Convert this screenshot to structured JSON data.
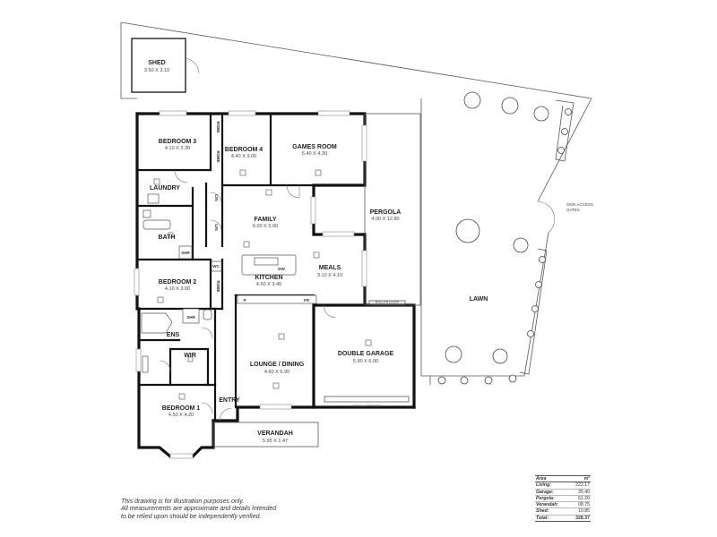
{
  "rooms": {
    "shed": {
      "name": "SHED",
      "dims": "3.50 X 3.10"
    },
    "bedroom3": {
      "name": "BEDROOM 3",
      "dims": "4.10 X 3.30"
    },
    "bedroom4": {
      "name": "BEDROOM 4",
      "dims": "4.40 X 3.00"
    },
    "games": {
      "name": "GAMES ROOM",
      "dims": "5.40 X 4.30"
    },
    "laundry": {
      "name": "LAUNDRY"
    },
    "bath": {
      "name": "BATH"
    },
    "family": {
      "name": "FAMILY",
      "dims": "6.00 X 5.00"
    },
    "pergola": {
      "name": "PERGOLA",
      "dims": "4.00 X 12.80"
    },
    "bedroom2": {
      "name": "BEDROOM 2",
      "dims": "4.10 X 3.00"
    },
    "kitchen": {
      "name": "KITCHEN",
      "dims": "4.50 X 3.40"
    },
    "meals": {
      "name": "MEALS",
      "dims": "3.10 X 4.10"
    },
    "ens": {
      "name": "ENS"
    },
    "wir": {
      "name": "WIR"
    },
    "lounge": {
      "name": "LOUNGE / DINING",
      "dims": "4.60 X 6.90"
    },
    "garage": {
      "name": "DOUBLE GARAGE",
      "dims": "5.90 X 6.00"
    },
    "bedroom1": {
      "name": "BEDROOM 1",
      "dims": "4.50 X 4.20"
    },
    "entry": {
      "name": "ENTRY"
    },
    "verandah": {
      "name": "VERANDAH",
      "dims": "5.95 X 1.47"
    },
    "lawn": {
      "name": "LAWN"
    }
  },
  "labels": {
    "robe": "ROBE",
    "lin": "LIN",
    "shr": "SHR",
    "wc": "WC",
    "dw": "DW",
    "pantry": "P",
    "fridge": "FR",
    "roller_door": "ROLLER DOOR",
    "panel_lift_door": "PANEL LIFT DOOR",
    "side_access_line1": "SIDE ACCESS",
    "side_access_line2": "GATES"
  },
  "disclaimer": [
    "This drawing is for illustration purposes only.",
    "All measurements are approximate and details intended",
    "to be relied upon should be independently verified."
  ],
  "area_table": {
    "header": {
      "label": "Area",
      "unit": "m²"
    },
    "rows": [
      {
        "label": "Living:",
        "value": "222.17"
      },
      {
        "label": "Garage:",
        "value": "35.40"
      },
      {
        "label": "Pergola:",
        "value": "51.20"
      },
      {
        "label": "Verandah:",
        "value": "08.75"
      },
      {
        "label": "Shed:",
        "value": "10.85"
      }
    ],
    "total": {
      "label": "Total:",
      "value": "328.37"
    }
  }
}
